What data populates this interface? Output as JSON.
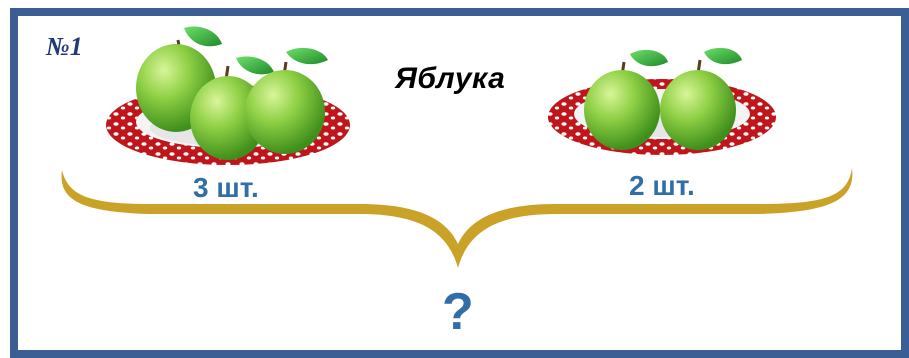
{
  "task": {
    "number": "№1"
  },
  "title": "Яблука",
  "left_group": {
    "quantity": "3 шт.",
    "apple_count": 3
  },
  "right_group": {
    "quantity": "2 шт.",
    "apple_count": 2
  },
  "question": "?",
  "colors": {
    "frame": "#3b5e95",
    "plate": "#c0161b",
    "apple": "#7cc43a",
    "brace": "#c9a227",
    "label": "#2f6ea6"
  },
  "icons": [
    "apple-icon",
    "plate-icon",
    "brace-icon"
  ]
}
